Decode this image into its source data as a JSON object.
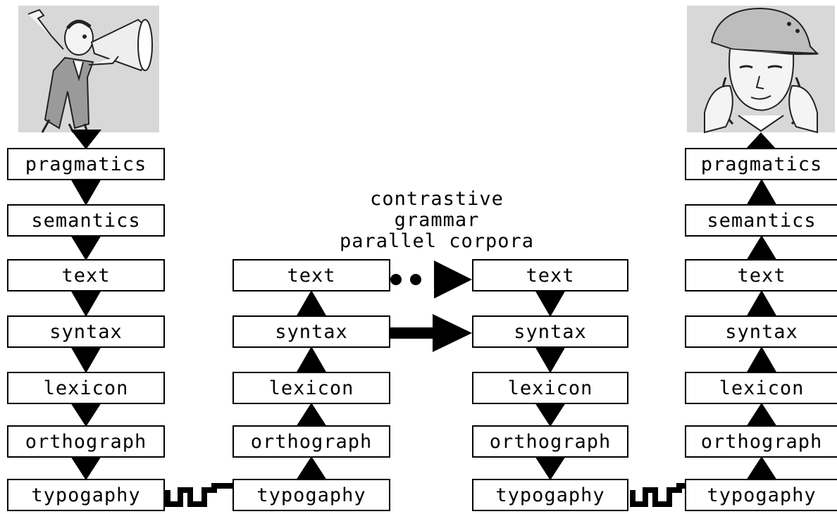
{
  "columns": [
    {
      "id": "speaker",
      "levels": [
        "pragmatics",
        "semantics",
        "text",
        "syntax",
        "lexicon",
        "orthograph",
        "typogaphy"
      ]
    },
    {
      "id": "analysis-source",
      "levels": [
        "text",
        "syntax",
        "lexicon",
        "orthograph",
        "typogaphy"
      ]
    },
    {
      "id": "analysis-target",
      "levels": [
        "text",
        "syntax",
        "lexicon",
        "orthograph",
        "typogaphy"
      ]
    },
    {
      "id": "listener",
      "levels": [
        "pragmatics",
        "semantics",
        "text",
        "syntax",
        "lexicon",
        "orthograph",
        "typogaphy"
      ]
    }
  ],
  "caption": {
    "line1": "contrastive",
    "line2": "grammar",
    "line3": "parallel corpora"
  },
  "figures": {
    "speaker": "man-with-megaphone",
    "listener": "person-with-headphones"
  },
  "colors": {
    "line": "#000000",
    "background": "#ffffff"
  }
}
